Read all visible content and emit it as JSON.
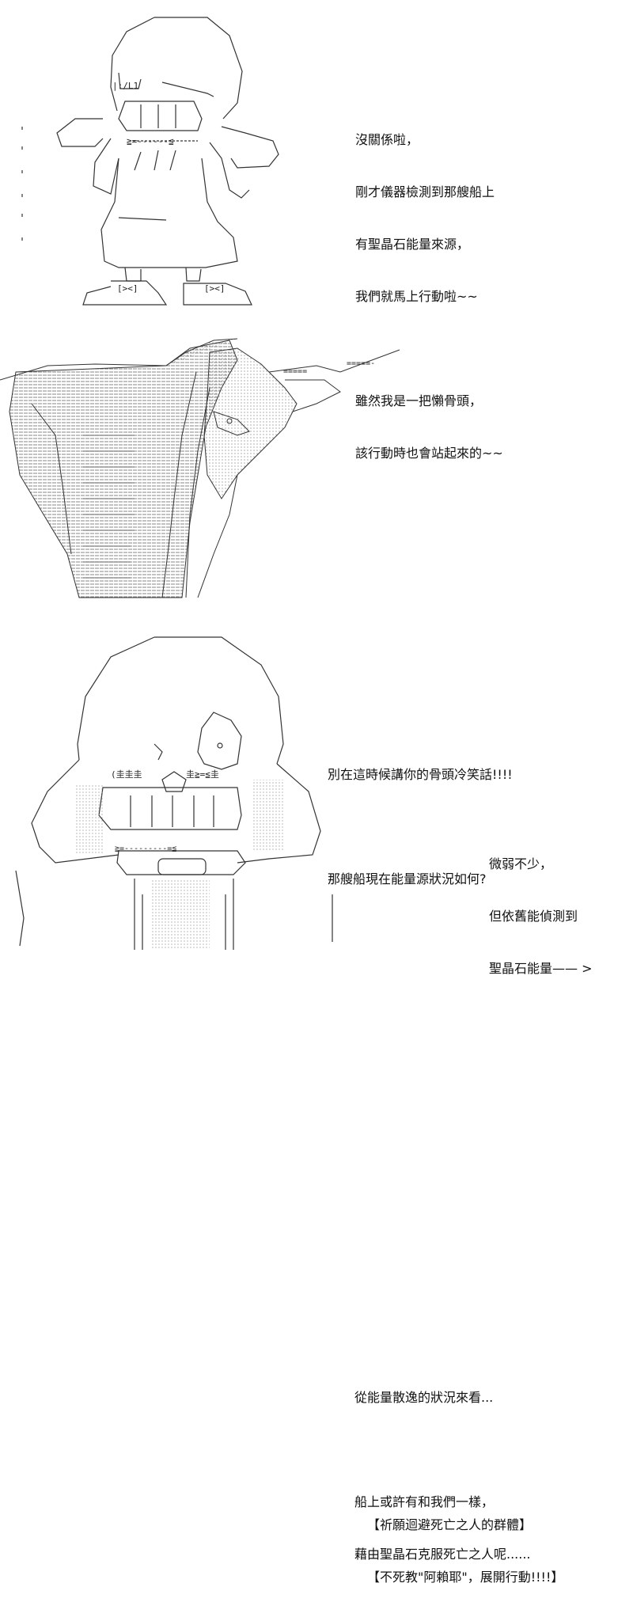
{
  "panels": [
    {
      "id": "panel-1",
      "dialogue": [
        "沒關係啦，",
        "剛才儀器檢測到那艘船上",
        "有聖晶石能量來源，",
        "我們就馬上行動啦~~",
        "",
        "雖然我是一把懶骨頭，",
        "該行動時也會站起來的~~"
      ]
    },
    {
      "id": "panel-2",
      "dialogue_a": [
        "別在這時候講你的骨頭冷笑話!!!!",
        "",
        "那艘船現在能量源狀況如何?"
      ],
      "dialogue_b": [
        "微弱不少，",
        "但依舊能偵測到",
        "聖晶石能量—— >"
      ]
    },
    {
      "id": "panel-3",
      "dialogue_a": [
        "從能量散逸的狀況來看...",
        "",
        "船上或許有和我們一樣，",
        "藉由聖晶石克服死亡之人呢......"
      ],
      "dialogue_b": [
        "【祈願迴避死亡之人的群體】",
        "【不死教\"阿賴耶\"，展開行動!!!!】"
      ]
    }
  ]
}
